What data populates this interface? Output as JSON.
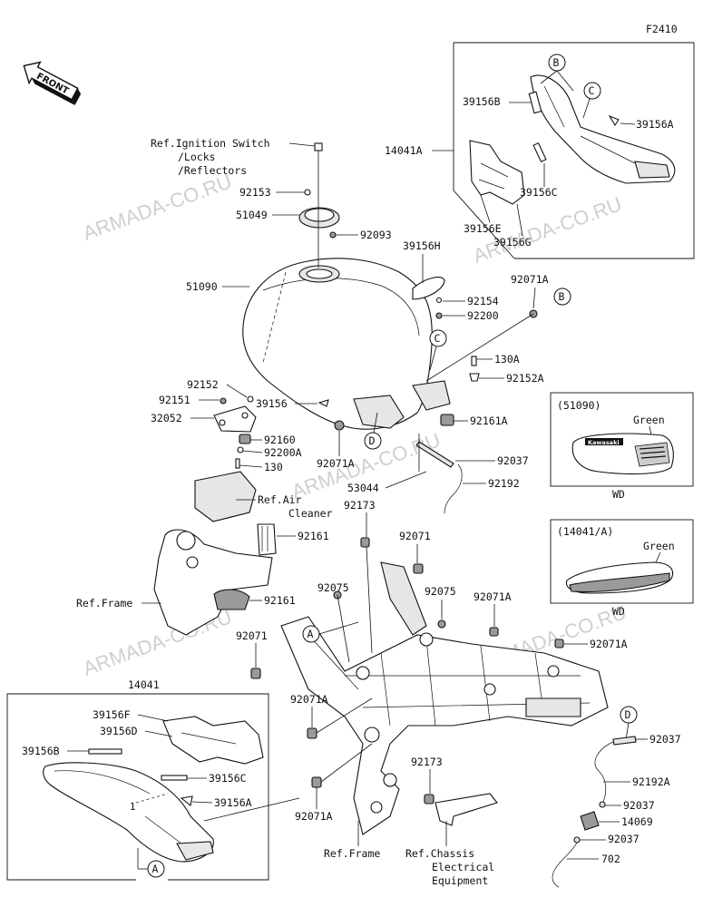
{
  "diagram_id": "F2410",
  "front_arrow": "FRONT",
  "watermark": "ARMADA-CO.RU",
  "labels": {
    "ref_ignition_1": "Ref.Ignition Switch",
    "ref_ignition_2": "/Locks",
    "ref_ignition_3": "/Reflectors",
    "p92153": "92153",
    "p51049": "51049",
    "p92093": "92093",
    "p51090": "51090",
    "p39156H": "39156H",
    "p14041A": "14041A",
    "p39156B_top": "39156B",
    "p39156A_top": "39156A",
    "p39156C_top": "39156C",
    "p39156E": "39156E",
    "p39156G": "39156G",
    "p92071A_1": "92071A",
    "p92154": "92154",
    "p92200": "92200",
    "p130A": "130A",
    "p92152A": "92152A",
    "p92161A": "92161A",
    "p92037_1": "92037",
    "p92192": "92192",
    "p53044": "53044",
    "p92152": "92152",
    "p92151": "92151",
    "p32052": "32052",
    "p39156": "39156",
    "p92160": "92160",
    "p92200A": "92200A",
    "p130": "130",
    "p92071A_2": "92071A",
    "ref_air_1": "Ref.Air",
    "ref_air_2": "Cleaner",
    "p92173_1": "92173",
    "p92161_1": "92161",
    "p92071_1": "92071",
    "p92075_1": "92075",
    "p92075_2": "92075",
    "p92071A_3": "92071A",
    "ref_frame_1": "Ref.Frame",
    "p92161_2": "92161",
    "p92071_2": "92071",
    "p92071A_4": "92071A",
    "p14041": "14041",
    "p39156F": "39156F",
    "p39156D": "39156D",
    "p39156B_bot": "39156B",
    "p39156C_bot": "39156C",
    "p39156A_bot": "39156A",
    "p92071A_5": "92071A",
    "p92071A_6": "92071A",
    "p92173_2": "92173",
    "ref_frame_2": "Ref.Frame",
    "ref_chassis_1": "Ref.Chassis",
    "ref_chassis_2": "Electrical",
    "ref_chassis_3": "Equipment",
    "p92037_2": "92037",
    "p92192A": "92192A",
    "p92037_3": "92037",
    "p14069": "14069",
    "p92037_4": "92037",
    "p702": "702"
  },
  "callouts": {
    "A": "A",
    "B": "B",
    "C": "C",
    "D": "D"
  },
  "detail_boxes": {
    "box1_title": "(51090)",
    "box1_color": "Green",
    "box1_code": "WD",
    "box1_brand": "Kawasaki",
    "box2_title": "(14041/A)",
    "box2_color": "Green",
    "box2_code": "WD"
  },
  "minor_marks": {
    "side_cover_num": "1"
  }
}
